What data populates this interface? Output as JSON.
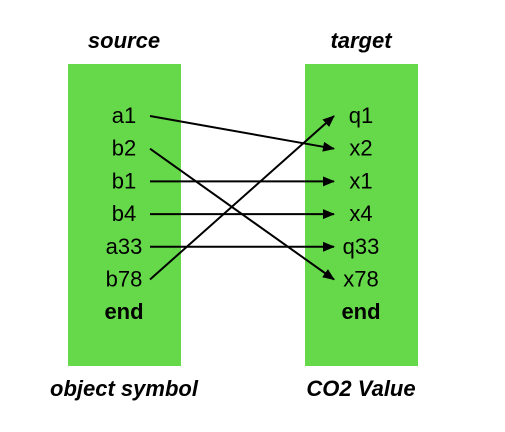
{
  "headers": {
    "source": "source",
    "target": "target"
  },
  "footers": {
    "source": "object symbol",
    "target": "CO2 Value"
  },
  "source_items": [
    "a1",
    "b2",
    "b1",
    "b4",
    "a33",
    "b78",
    "end"
  ],
  "target_items": [
    "q1",
    "x2",
    "x1",
    "x4",
    "q33",
    "x78",
    "end"
  ],
  "mappings": [
    {
      "from": "a1",
      "to": "x2"
    },
    {
      "from": "b2",
      "to": "x78"
    },
    {
      "from": "b1",
      "to": "x1"
    },
    {
      "from": "b4",
      "to": "x4"
    },
    {
      "from": "a33",
      "to": "q33"
    },
    {
      "from": "b78",
      "to": "q1"
    }
  ],
  "colors": {
    "column_fill": "#66d94a",
    "text": "#000000",
    "arrow": "#000000"
  }
}
